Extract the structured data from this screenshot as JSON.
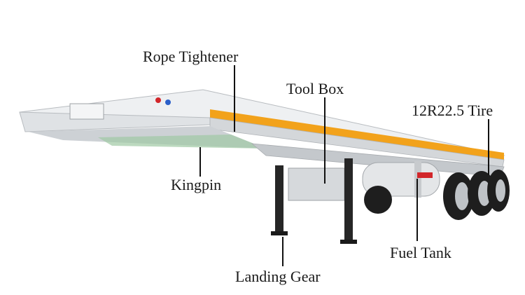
{
  "labels": {
    "rope_tightener": "Rope Tightener",
    "tool_box": "Tool Box",
    "tire": "12R22.5 Tire",
    "kingpin": "Kingpin",
    "fuel_tank": "Fuel Tank",
    "landing_gear": "Landing Gear"
  },
  "colors": {
    "deck": "#e6e8ea",
    "stripe": "#f2a21b",
    "chassis": "#c9ccd0",
    "tire": "#1e1e1e",
    "leader": "#111111"
  }
}
